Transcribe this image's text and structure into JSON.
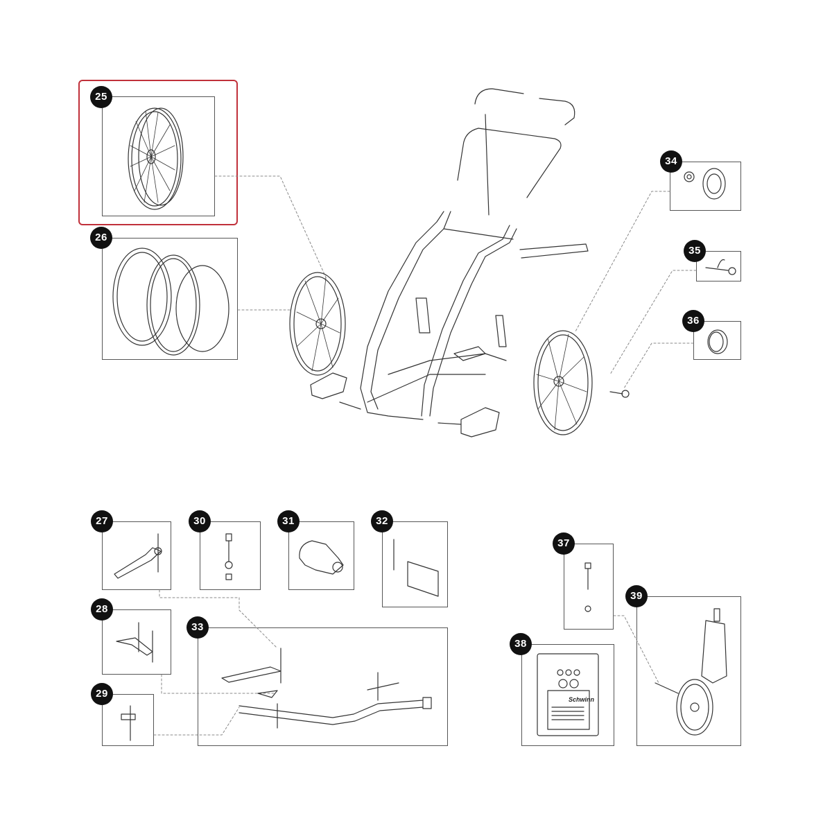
{
  "selected_part": "25",
  "selection_color": "#c0303a",
  "parts": [
    {
      "id": "p25",
      "label": "25",
      "selected": true
    },
    {
      "id": "p26",
      "label": "26",
      "selected": false
    },
    {
      "id": "p27",
      "label": "27",
      "selected": false
    },
    {
      "id": "p28",
      "label": "28",
      "selected": false
    },
    {
      "id": "p29",
      "label": "29",
      "selected": false
    },
    {
      "id": "p30",
      "label": "30",
      "selected": false
    },
    {
      "id": "p31",
      "label": "31",
      "selected": false
    },
    {
      "id": "p32",
      "label": "32",
      "selected": false
    },
    {
      "id": "p33",
      "label": "33",
      "selected": false
    },
    {
      "id": "p34",
      "label": "34",
      "selected": false
    },
    {
      "id": "p35",
      "label": "35",
      "selected": false
    },
    {
      "id": "p36",
      "label": "36",
      "selected": false
    },
    {
      "id": "p37",
      "label": "37",
      "selected": false
    },
    {
      "id": "p38",
      "label": "38",
      "selected": false
    },
    {
      "id": "p39",
      "label": "39",
      "selected": false
    }
  ],
  "kit_card": {
    "brand": "Schwinn"
  }
}
